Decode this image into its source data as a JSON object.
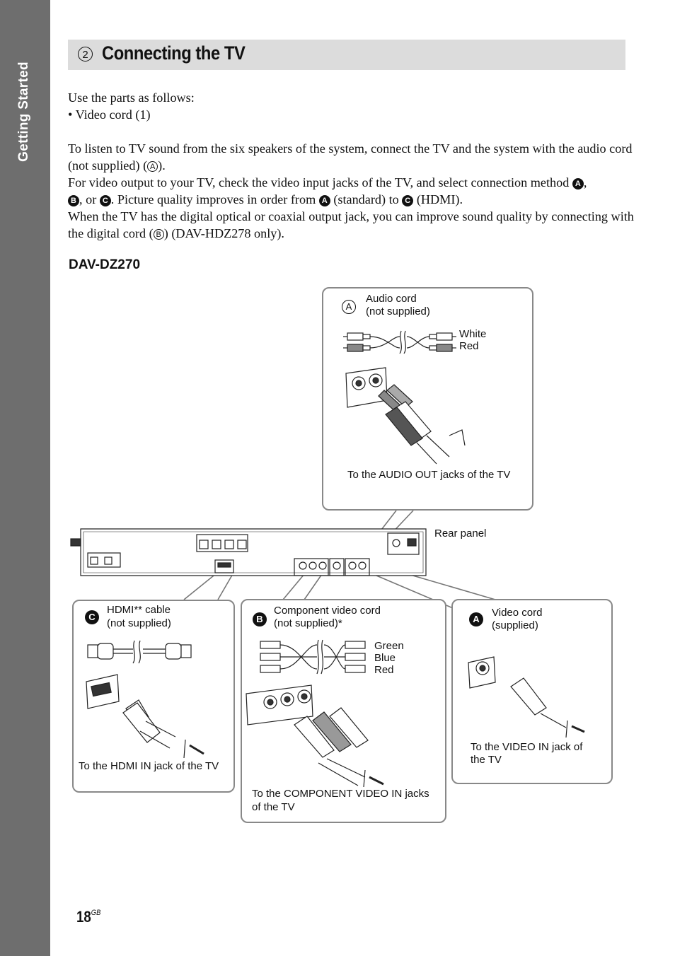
{
  "sidebar": {
    "label": "Getting Started"
  },
  "heading": {
    "number": "2",
    "title": "Connecting the TV"
  },
  "intro": {
    "line1": "Use the parts as follows:",
    "line2": "• Video cord (1)"
  },
  "para": {
    "p1a": "To listen to TV sound from the six speakers of the system, connect the TV and the system with the audio cord (not supplied) (",
    "p1b": ").",
    "p2a": "For video output to your TV, check the video input jacks of the TV, and select connection method ",
    "p2b": ", ",
    "p2c": ", or ",
    "p2d": ". Picture quality improves in order from ",
    "p2e": " (standard) to ",
    "p2f": " (HDMI).",
    "p3a": "When the TV has the digital optical or coaxial output jack, you can improve sound quality by connecting with the digital cord (",
    "p3b": ") (DAV-HDZ278 only)."
  },
  "letters": {
    "a": "A",
    "b": "B",
    "c": "C"
  },
  "model": "DAV-DZ270",
  "audio_panel": {
    "title_line1": "Audio cord",
    "title_line2": "(not supplied)",
    "white": "White",
    "red": "Red",
    "caption": "To the AUDIO OUT jacks of the TV"
  },
  "rear_panel": "Rear panel",
  "hdmi_panel": {
    "title_line1": "HDMI** cable",
    "title_line2": "(not supplied)",
    "caption": "To the HDMI IN jack of the TV"
  },
  "component_panel": {
    "title_line1": "Component video cord",
    "title_line2": "(not supplied)*",
    "green": "Green",
    "blue": "Blue",
    "red": "Red",
    "caption_line1": "To the COMPONENT VIDEO IN jacks",
    "caption_line2": "of the TV"
  },
  "video_panel": {
    "title_line1": "Video cord",
    "title_line2": "(supplied)",
    "caption_line1": "To the VIDEO IN jack of",
    "caption_line2": "the TV"
  },
  "page": {
    "number": "18",
    "suffix": "GB"
  }
}
